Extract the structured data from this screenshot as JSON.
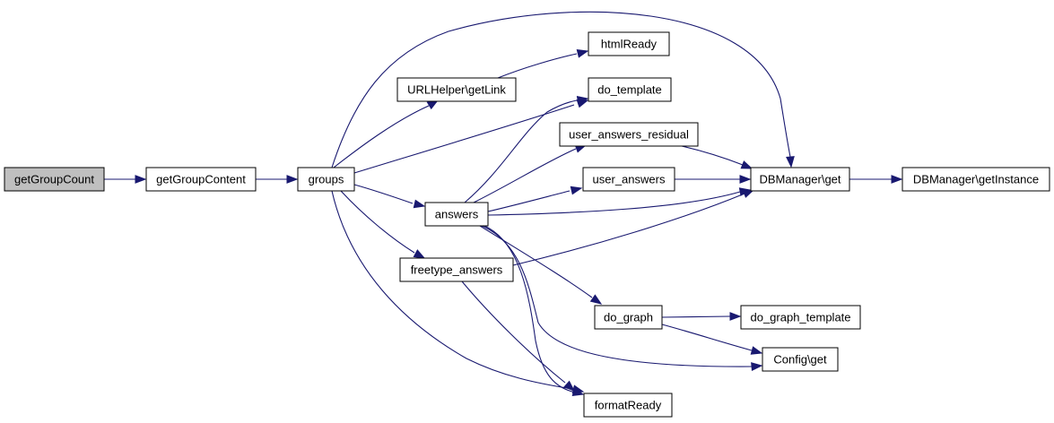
{
  "graph": {
    "type": "call-graph",
    "colors": {
      "edge": "#191970",
      "root_fill": "#bfbfbf",
      "node_fill": "#ffffff",
      "node_border": "#000000"
    },
    "nodes": [
      {
        "id": "getGroupCount",
        "label": "getGroupCount",
        "root": true
      },
      {
        "id": "getGroupContent",
        "label": "getGroupContent"
      },
      {
        "id": "groups",
        "label": "groups"
      },
      {
        "id": "urlhelper",
        "label": "URLHelper\\getLink"
      },
      {
        "id": "htmlReady",
        "label": "htmlReady"
      },
      {
        "id": "do_template",
        "label": "do_template"
      },
      {
        "id": "uar",
        "label": "user_answers_residual"
      },
      {
        "id": "user_answers",
        "label": "user_answers"
      },
      {
        "id": "answers",
        "label": "answers"
      },
      {
        "id": "freetype",
        "label": "freetype_answers"
      },
      {
        "id": "dbget",
        "label": "DBManager\\get"
      },
      {
        "id": "dbinst",
        "label": "DBManager\\getInstance"
      },
      {
        "id": "do_graph",
        "label": "do_graph"
      },
      {
        "id": "do_graph_template",
        "label": "do_graph_template"
      },
      {
        "id": "configget",
        "label": "Config\\get"
      },
      {
        "id": "formatReady",
        "label": "formatReady"
      }
    ],
    "edges": [
      {
        "from": "getGroupCount",
        "to": "getGroupContent"
      },
      {
        "from": "getGroupContent",
        "to": "groups"
      },
      {
        "from": "groups",
        "to": "urlhelper"
      },
      {
        "from": "groups",
        "to": "do_template"
      },
      {
        "from": "groups",
        "to": "dbget"
      },
      {
        "from": "groups",
        "to": "answers"
      },
      {
        "from": "groups",
        "to": "freetype"
      },
      {
        "from": "groups",
        "to": "formatReady"
      },
      {
        "from": "urlhelper",
        "to": "htmlReady"
      },
      {
        "from": "answers",
        "to": "do_template"
      },
      {
        "from": "answers",
        "to": "uar"
      },
      {
        "from": "answers",
        "to": "user_answers"
      },
      {
        "from": "answers",
        "to": "dbget"
      },
      {
        "from": "answers",
        "to": "do_graph"
      },
      {
        "from": "answers",
        "to": "configget"
      },
      {
        "from": "answers",
        "to": "formatReady"
      },
      {
        "from": "uar",
        "to": "dbget"
      },
      {
        "from": "user_answers",
        "to": "dbget"
      },
      {
        "from": "freetype",
        "to": "dbget"
      },
      {
        "from": "freetype",
        "to": "formatReady"
      },
      {
        "from": "dbget",
        "to": "dbinst"
      },
      {
        "from": "do_graph",
        "to": "do_graph_template"
      },
      {
        "from": "do_graph",
        "to": "configget"
      }
    ]
  }
}
